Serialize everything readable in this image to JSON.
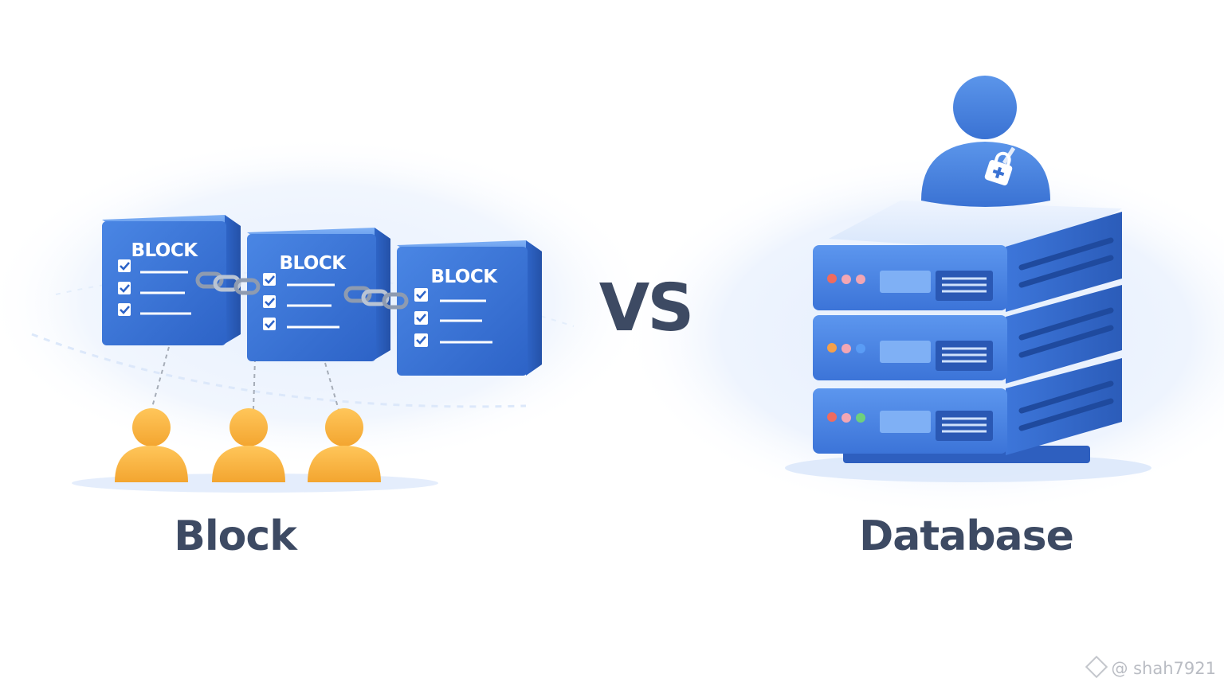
{
  "comparison": {
    "left_caption": "Block",
    "separator": "VS",
    "right_caption": "Database"
  },
  "blockchain": {
    "blocks": [
      {
        "label": "BLOCK"
      },
      {
        "label": "BLOCK"
      },
      {
        "label": "BLOCK"
      }
    ],
    "participant_count": 3
  },
  "watermark": {
    "text": "@ shah7921"
  },
  "colors": {
    "block_blue": "#3a75d6",
    "block_blue_dark": "#2b5fbe",
    "caption_text": "#3d4a63",
    "person_orange": "#f6b23c",
    "server_blue": "#3d7be0",
    "admin_blue": "#4a86e0",
    "led_red": "#ef6b5e",
    "led_orange": "#f5a04a",
    "led_pink": "#f2a6b4",
    "led_green": "#6ed07c",
    "led_blue": "#5a9cf5"
  },
  "icons": {
    "chain_link": "link-icon",
    "checkbox": "checkbox-icon",
    "participant": "user-icon",
    "admin": "admin-user-icon",
    "lock": "lock-icon",
    "server": "server-stack-icon"
  }
}
